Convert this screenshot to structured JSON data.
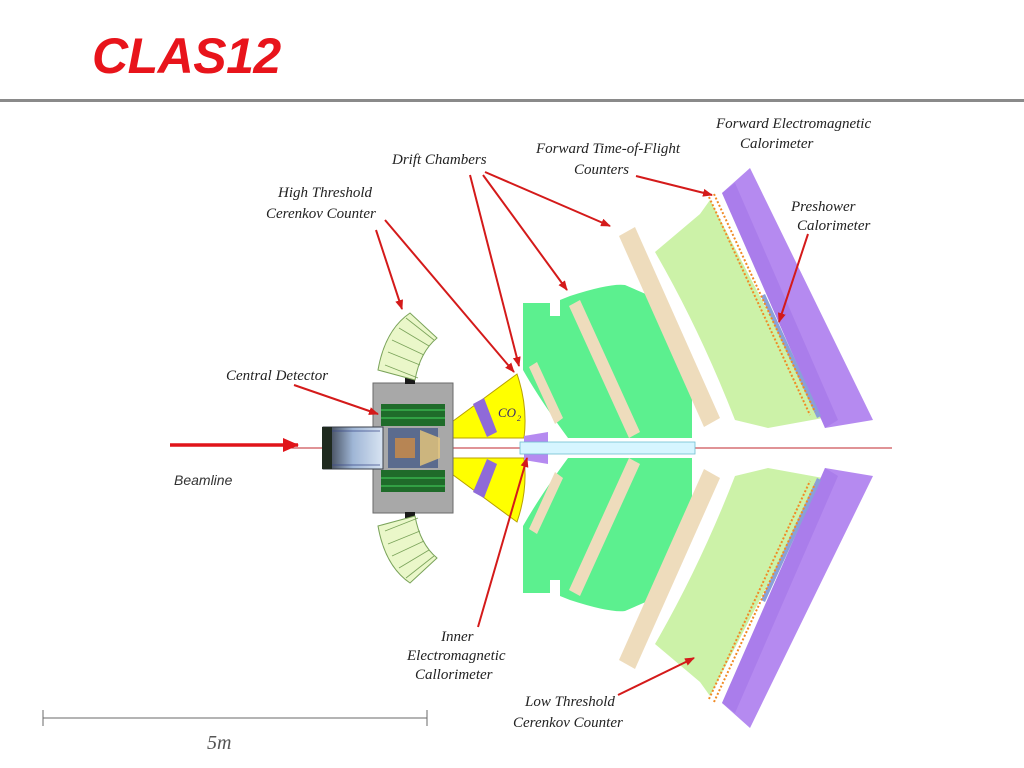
{
  "slide": {
    "title": "CLAS12"
  },
  "diagram": {
    "co2_label": "CO",
    "co2_subscript": "2",
    "labels": {
      "forward_em_calorimeter": [
        "Forward Electromagnetic",
        "Calorimeter"
      ],
      "forward_tof": [
        "Forward Time-of-Flight",
        "Counters"
      ],
      "drift_chambers": [
        "Drift Chambers"
      ],
      "high_threshold_cerenkov": [
        "High Threshold",
        "Cerenkov Counter"
      ],
      "preshower_calorimeter": [
        "Preshower",
        "Calorimeter"
      ],
      "central_detector": [
        "Central Detector"
      ],
      "beamline": [
        "Beamline"
      ],
      "inner_em_calorimeter": [
        "Inner",
        "Electromagnetic",
        "Callorimeter"
      ],
      "low_threshold_cerenkov": [
        "Low Threshold",
        "Cerenkov Counter"
      ]
    },
    "scale_bar": {
      "label": "5m"
    },
    "colors": {
      "title": "#e8141b",
      "arrow": "#d41a1a",
      "drift_chamber": "#5cf08f",
      "low_threshold_cerenkov": "#ccf2a8",
      "tof": "#eedcbc",
      "calorimeter": "#b58af0",
      "cerenkov_co2": "#ffff00",
      "beam_arrow": "#e0141a"
    }
  }
}
